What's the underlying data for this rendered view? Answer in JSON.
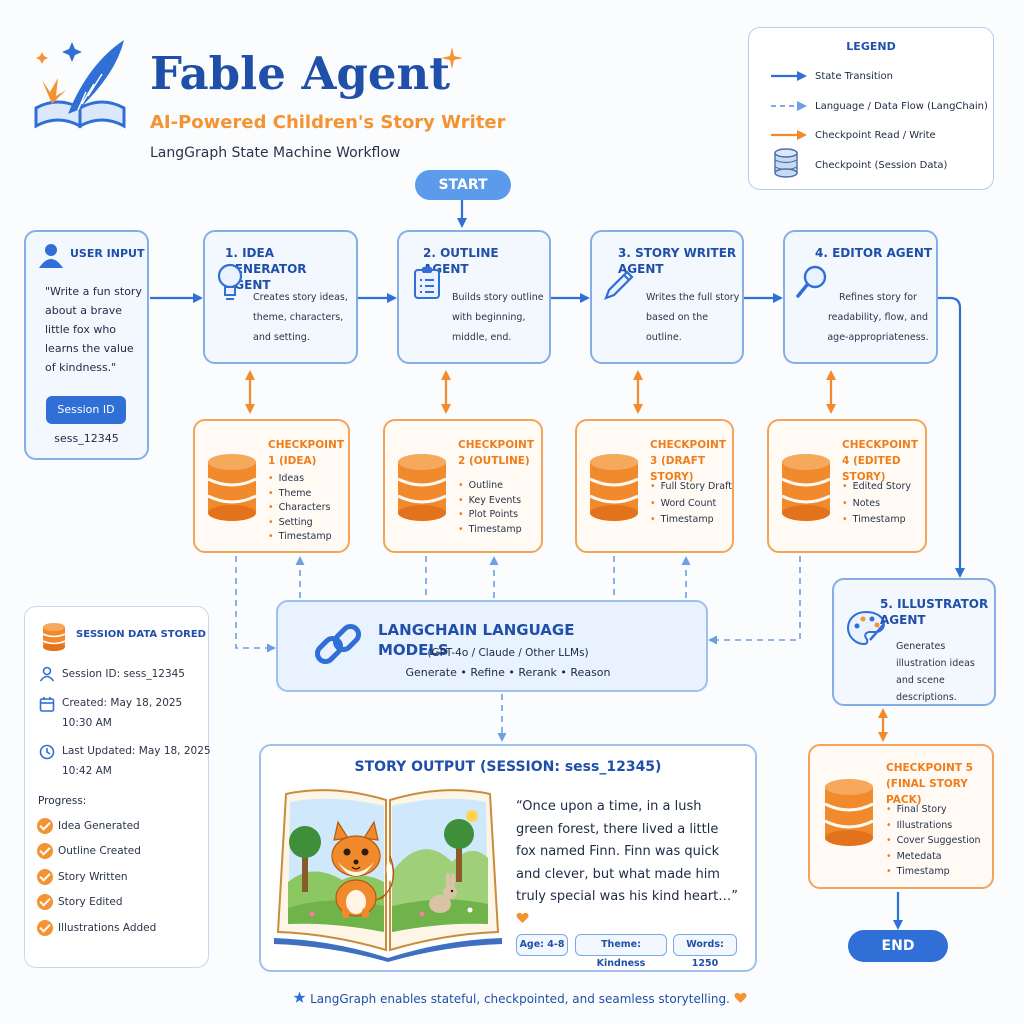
{
  "header": {
    "title": "Fable Agent",
    "subtitle": "AI-Powered Children's Story Writer",
    "tagline": "LangGraph State Machine Workflow"
  },
  "legend": {
    "title": "LEGEND",
    "items": [
      "State Transition",
      "Language / Data Flow (LangChain)",
      "Checkpoint Read / Write",
      "Checkpoint (Session Data)"
    ]
  },
  "start_label": "START",
  "end_label": "END",
  "user_input": {
    "title": "USER INPUT",
    "prompt": "\"Write a fun story about a brave little fox who learns the value of kindness.\"",
    "session_button": "Session ID",
    "session_value": "sess_12345"
  },
  "agents": [
    {
      "title": "1. IDEA GENERATOR AGENT",
      "desc": "Creates story ideas, theme, characters, and setting."
    },
    {
      "title": "2. OUTLINE AGENT",
      "desc": "Builds story outline with beginning, middle, end."
    },
    {
      "title": "3. STORY WRITER AGENT",
      "desc": "Writes the full story based on the outline."
    },
    {
      "title": "4. EDITOR AGENT",
      "desc": "Refines story for readability, flow, and age-appropriateness."
    },
    {
      "title": "5. ILLUSTRATOR AGENT",
      "desc": "Generates illustration ideas and scene descriptions."
    }
  ],
  "checkpoints": [
    {
      "title": "CHECKPOINT 1 (IDEA)",
      "items": [
        "Ideas",
        "Theme",
        "Characters",
        "Setting",
        "Timestamp"
      ]
    },
    {
      "title": "CHECKPOINT 2 (OUTLINE)",
      "items": [
        "Outline",
        "Key Events",
        "Plot Points",
        "Timestamp"
      ]
    },
    {
      "title": "CHECKPOINT 3 (DRAFT STORY)",
      "items": [
        "Full Story Draft",
        "Word Count",
        "Timestamp"
      ]
    },
    {
      "title": "CHECKPOINT 4 (EDITED STORY)",
      "items": [
        "Edited Story",
        "Notes",
        "Timestamp"
      ]
    },
    {
      "title": "CHECKPOINT 5 (FINAL STORY PACK)",
      "items": [
        "Final Story",
        "Illustrations",
        "Cover Suggestion",
        "Metedata",
        "Timestamp"
      ]
    }
  ],
  "langchain": {
    "title": "LANGCHAIN LANGUAGE MODELS",
    "models": "(GPT-4o / Claude / Other LLMs)",
    "ops": "Generate • Refine • Rerank • Reason"
  },
  "session_panel": {
    "title": "SESSION DATA STORED",
    "session_id": "Session ID: sess_12345",
    "created": "Created: May 18, 2025",
    "created_time": "10:30 AM",
    "updated": "Last Updated: May 18, 2025",
    "updated_time": "10:42 AM",
    "progress_label": "Progress:",
    "progress": [
      "Idea Generated",
      "Outline Created",
      "Story Written",
      "Story Edited",
      "Illustrations Added"
    ]
  },
  "output": {
    "title": "STORY OUTPUT (SESSION: sess_12345)",
    "excerpt": "“Once upon a time, in a lush green forest, there lived a little fox named Finn. Finn was quick and clever, but what made him truly special was his kind heart…”",
    "chips": [
      "Age: 4-8",
      "Theme: Kindness",
      "Words: 1250"
    ]
  },
  "footer": "LangGraph enables stateful, checkpointed, and seamless storytelling.",
  "colors": {
    "brand_blue": "#1f4fa8",
    "accent_orange": "#ef7d1a",
    "flow_blue": "#2f6fd6"
  }
}
